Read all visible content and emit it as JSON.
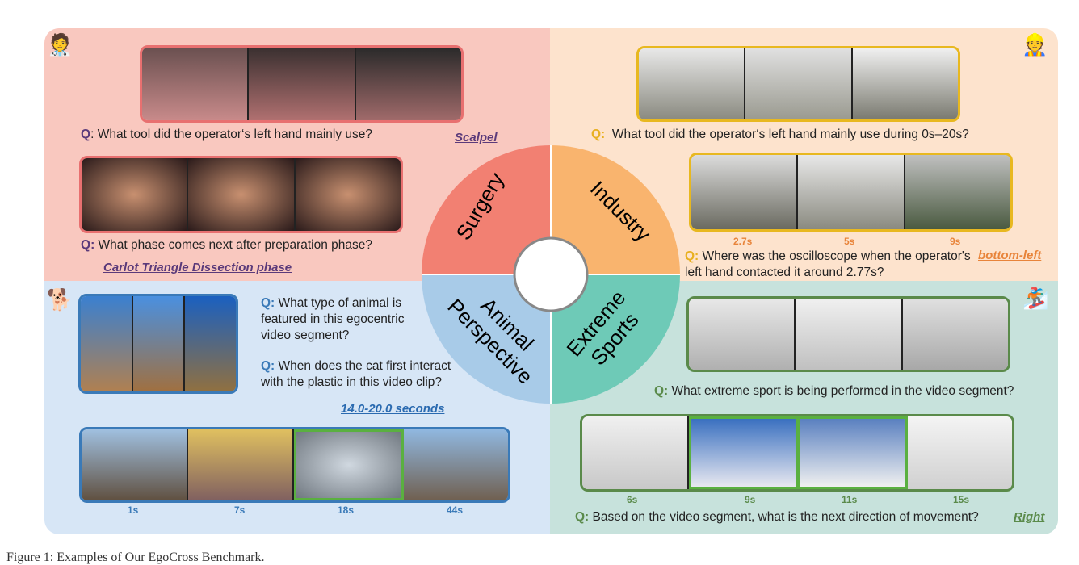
{
  "surgery": {
    "title": "Surgery",
    "q1": "What tool did the operator‘s left hand mainly use?",
    "a1": "Scalpel",
    "q2": "What phase comes next after preparation phase?",
    "a2": "Carlot Triangle Dissection phase",
    "q_label": "Q",
    "color": "#5b3a7a"
  },
  "industry": {
    "title": "Industry",
    "q1": "What tool did the operator‘s left hand mainly use during 0s–20s?",
    "q2": "Where was the oscilloscope when the operator's left hand contacted it around 2.77s?",
    "a2": "bottom-left",
    "times": [
      "2.7s",
      "5s",
      "9s"
    ],
    "q_label": "Q:"
  },
  "animal": {
    "title1": "Animal",
    "title2": "Perspective",
    "q1": "What type of animal is featured in this egocentric video segment?",
    "q2": "When does the cat first interact with the plastic in this video clip?",
    "a2": "14.0-20.0 seconds",
    "times": [
      "1s",
      "7s",
      "18s",
      "44s"
    ],
    "q_label": "Q:"
  },
  "extreme": {
    "title1": "Extreme",
    "title2": "Sports",
    "q1": "What extreme sport is being performed in the video segment?",
    "q2": "Based on the video segment, what is the next direction of movement?",
    "a2": "Right",
    "times": [
      "6s",
      "9s",
      "11s",
      "15s"
    ],
    "q_label": "Q:"
  },
  "caption": "Figure 1: Examples of Our EgoCross Benchmark."
}
